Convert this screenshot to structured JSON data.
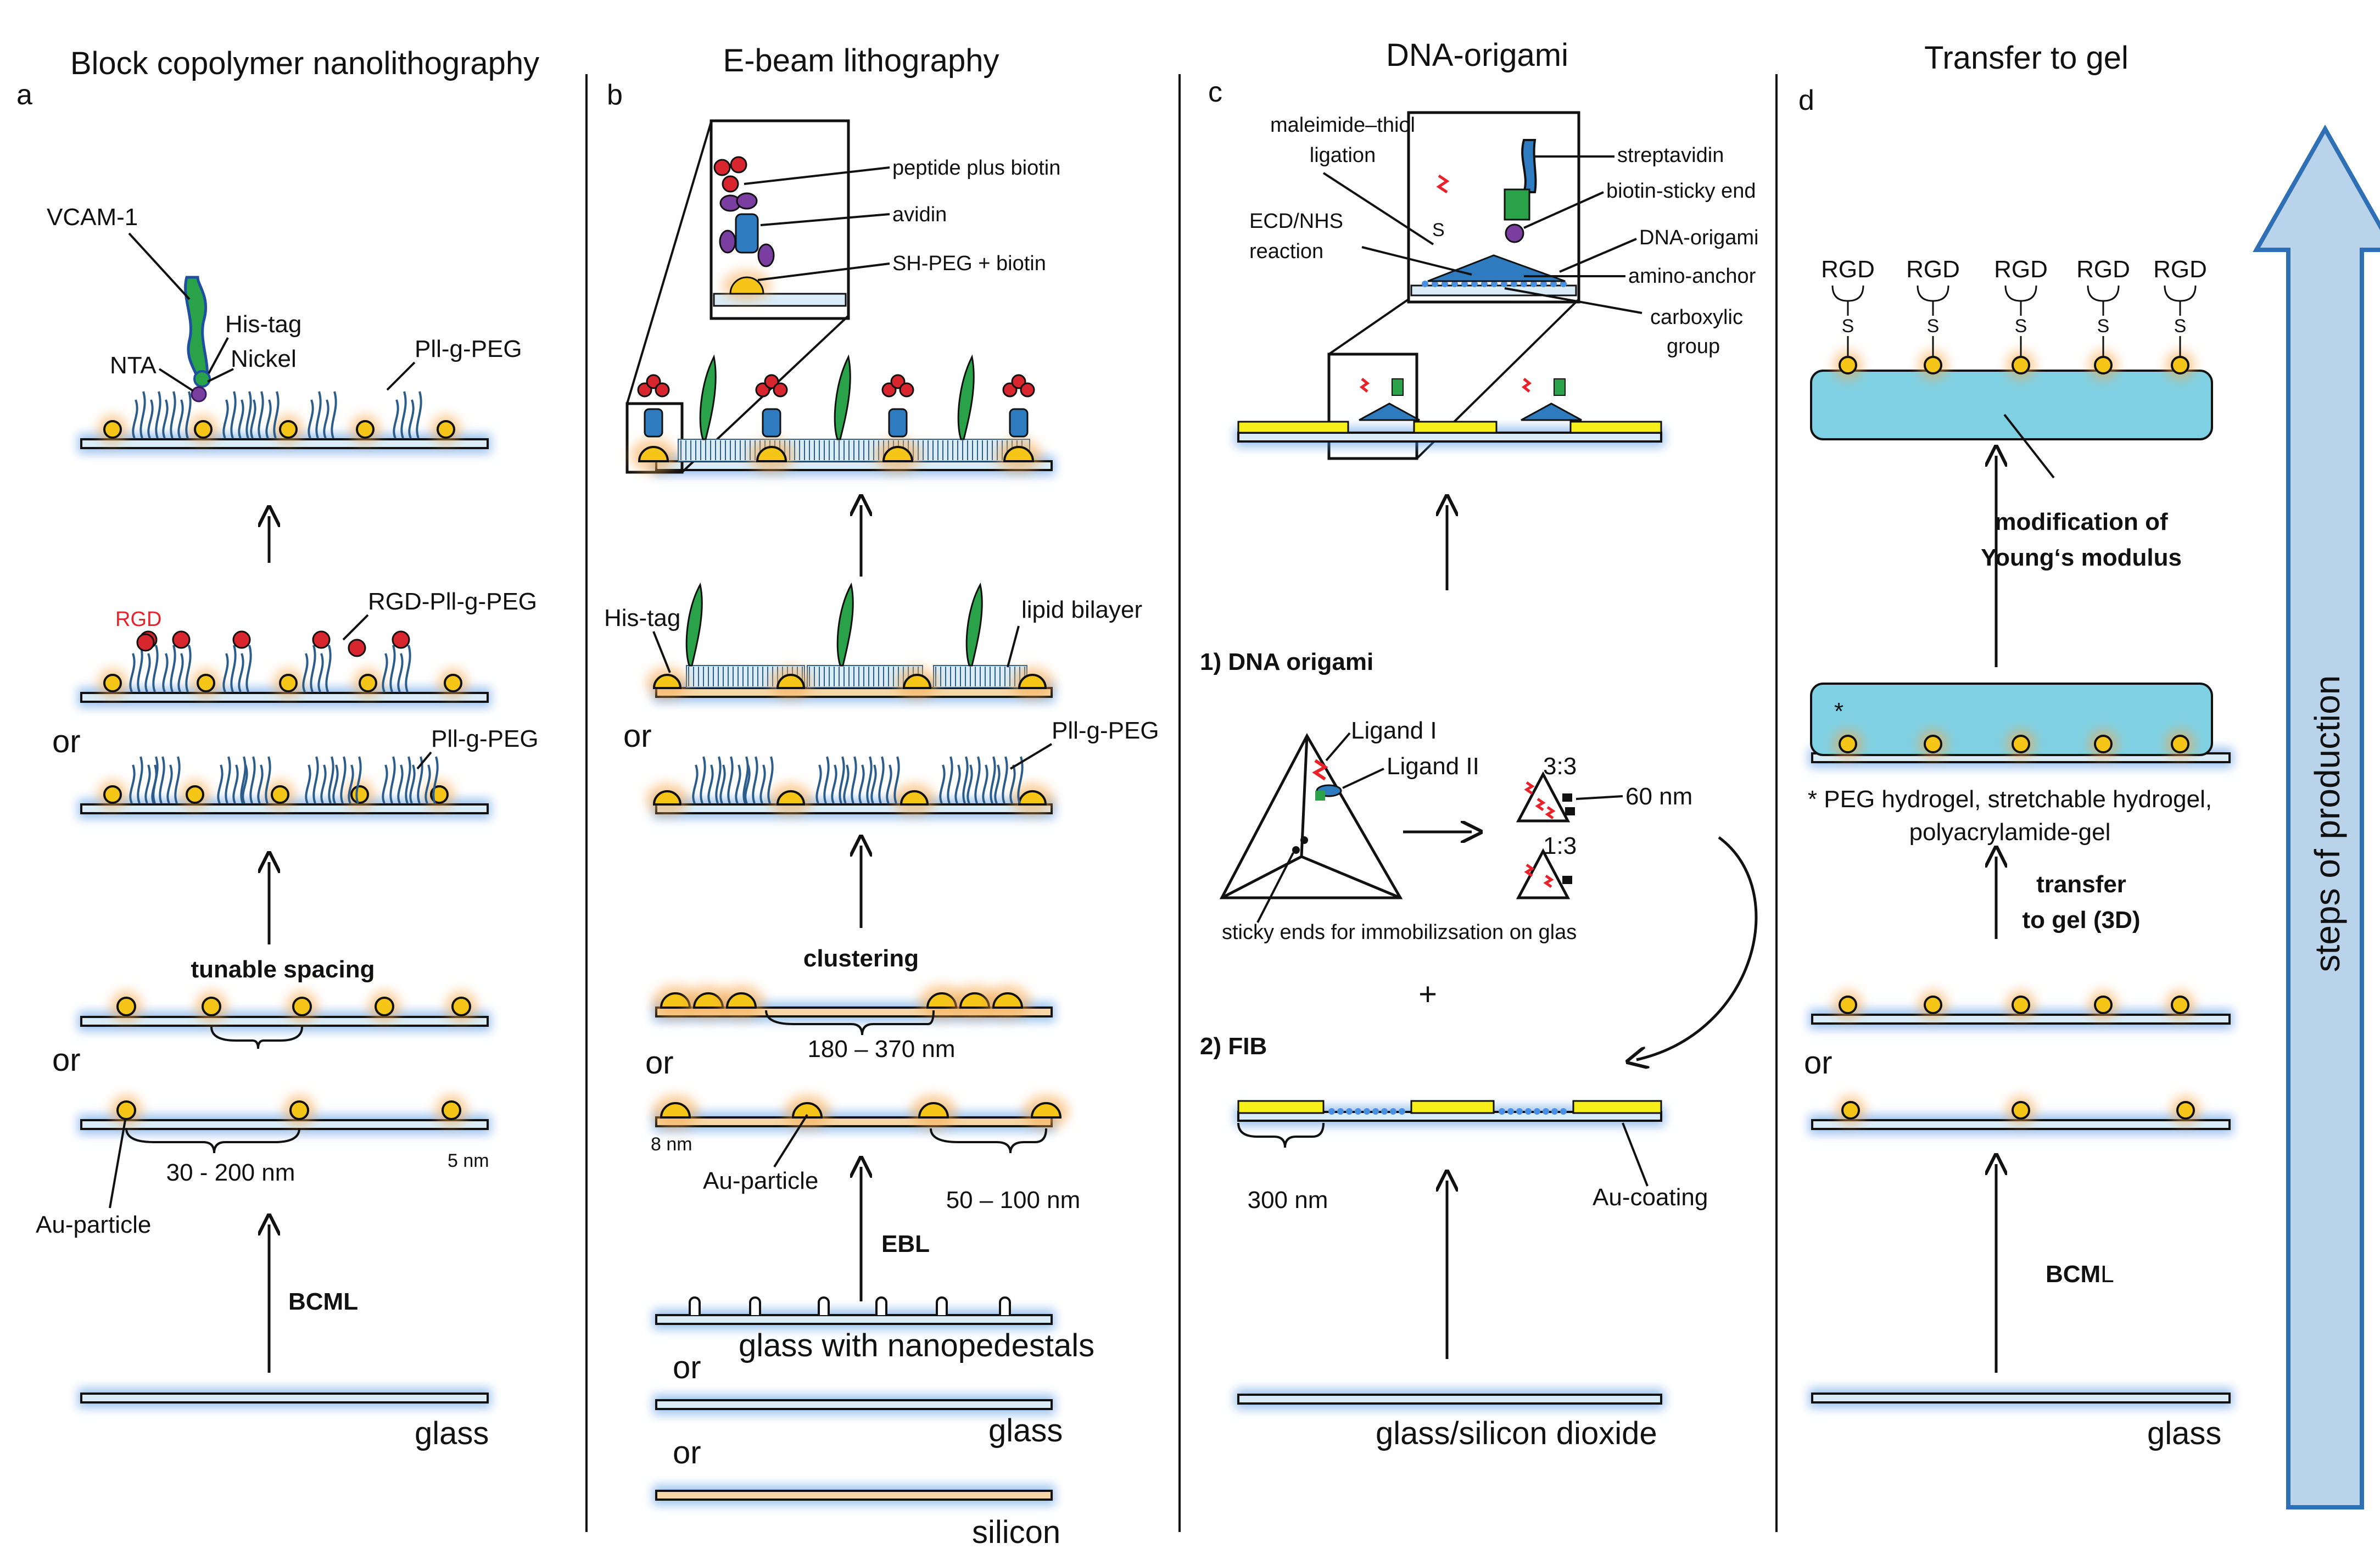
{
  "colors": {
    "au_particle": "#f5c518",
    "au_glow": "#f7a74a",
    "substrate_glow": "#4a90e2",
    "peg_chain": "#2c5d8a",
    "vcam": "#2aa24a",
    "vcam_outline": "#1f4fa0",
    "rgd_red": "#d7262e",
    "avidin": "#7a3ea0",
    "streptavidin_blue": "#2f7bbf",
    "hydrogel": "#7fd0e3",
    "au_coating": "#f6ef1a",
    "arrow_fill": "#b8d3ea",
    "arrow_outline": "#2e6fb5"
  },
  "icons": {
    "production_arrow": "up-arrow-icon",
    "step_arrow": "up-arrow-icon",
    "reaction_arrow": "right-arrow-icon"
  },
  "panels": {
    "a": {
      "title": "Block copolymer nanolithography",
      "letter": "a",
      "vcam": "VCAM-1",
      "his_tag": "His-tag",
      "nickel": "Nickel",
      "nta": "NTA",
      "pll_peg_top": "Pll-g-PEG",
      "rgd": "RGD",
      "rgd_pll_peg": "RGD-Pll-g-PEG",
      "or_1": "or",
      "pll_peg_mid": "Pll-g-PEG",
      "tunable_spacing": "tunable spacing",
      "or_2": "or",
      "spacing": "30 - 200 nm",
      "size": "5 nm",
      "au_particle": "Au-particle",
      "bcml": "BCML",
      "glass": "glass"
    },
    "b": {
      "title": "E-beam lithography",
      "letter": "b",
      "peptide": "peptide plus biotin",
      "avidin": "avidin",
      "sh_peg": "SH-PEG + biotin",
      "his_tag": "His-tag",
      "lipid_bilayer": "lipid bilayer",
      "or_1": "or",
      "pll_peg": "Pll-g-PEG",
      "clustering": "clustering",
      "cluster_spacing": "180 – 370 nm",
      "or_2": "or",
      "size": "8 nm",
      "au_particle": "Au-particle",
      "spacing": "50 – 100 nm",
      "ebl": "EBL",
      "nanopedestals": "glass with nanopedestals",
      "or_3": "or",
      "glass": "glass",
      "or_4": "or",
      "silicon": "silicon"
    },
    "c": {
      "title": "DNA-origami",
      "letter": "c",
      "maleimide": [
        "maleimide–thiol",
        "ligation"
      ],
      "ecd": [
        "ECD/NHS",
        "reaction"
      ],
      "streptavidin": "streptavidin",
      "biotin_sticky": "biotin-sticky end",
      "dna_origami": "DNA-origami",
      "amino_anchor": "amino-anchor",
      "carboxylic": [
        "carboxylic",
        "group"
      ],
      "step1": "1) DNA origami",
      "ligand1": "Ligand I",
      "ligand2": "Ligand II",
      "ratio1": "3:3",
      "ratio2": "1:3",
      "size": "60 nm",
      "sticky_ends": "sticky ends for immobilizsation on glas",
      "plus": "+",
      "step2": "2) FIB",
      "gap": "300 nm",
      "au_coating": "Au-coating",
      "substrate": "glass/silicon dioxide"
    },
    "d": {
      "title": "Transfer to gel",
      "letter": "d",
      "rgd": "RGD",
      "s": "S",
      "young": [
        "modification of",
        "Young‘s modulus"
      ],
      "asterisk": "*",
      "hydrogel_note": [
        "* PEG hydrogel, stretchable hydrogel,",
        "polyacrylamide-gel"
      ],
      "transfer": [
        "transfer",
        "to gel (3D)"
      ],
      "or": "or",
      "bcml_bold": "BCM",
      "bcml_rest": "L",
      "glass": "glass"
    }
  },
  "production_label": "steps of production"
}
